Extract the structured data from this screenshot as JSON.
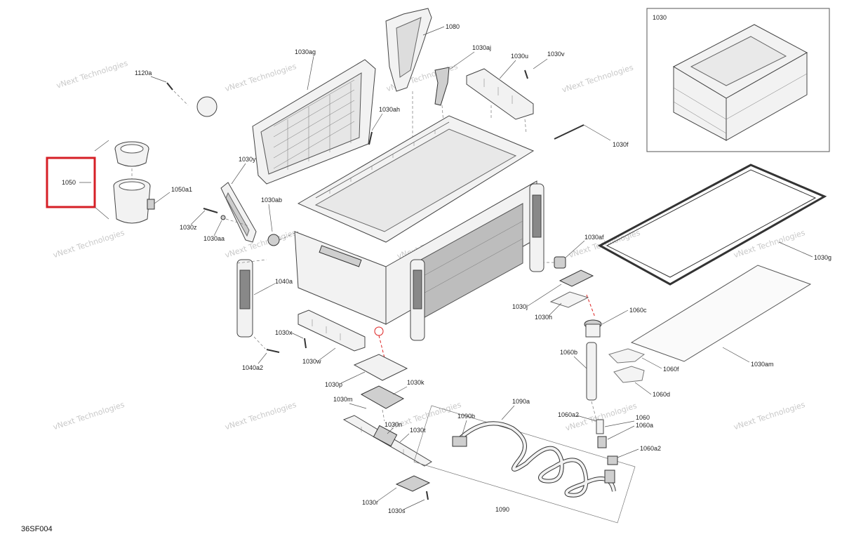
{
  "diagram_code": "36SF004",
  "watermark_text": "vNext Technologies",
  "highlight_color": "#d61f26",
  "highlighted_part": "1050",
  "inset_label": "1030",
  "labels": {
    "p1120a": "1120a",
    "p1030ag": "1030ag",
    "p1080": "1080",
    "p1030aj": "1030aj",
    "p1030u": "1030u",
    "p1030v": "1030v",
    "p1030ah": "1030ah",
    "p1030f": "1030f",
    "p1030y": "1030y",
    "p1050": "1050",
    "p1050a1": "1050a1",
    "p1030ab": "1030ab",
    "p1030z": "1030z",
    "p1030aa": "1030aa",
    "p1030af": "1030af",
    "p1030g": "1030g",
    "p1040a": "1040a",
    "p1030j": "1030j",
    "p1030h": "1030h",
    "p1060c": "1060c",
    "p1030x": "1030x",
    "p1030w": "1030w",
    "p1040a2": "1040a2",
    "p1060b": "1060b",
    "p1060f": "1060f",
    "p1030am": "1030am",
    "p1030p": "1030p",
    "p1030k": "1030k",
    "p1060d": "1060d",
    "p1030m": "1030m",
    "p1090a": "1090a",
    "p1090b": "1090b",
    "p1060a2": "1060a2",
    "p1060": "1060",
    "p1060a": "1060a",
    "p1030n": "1030n",
    "p1030t": "1030t",
    "p1060a2b": "1060a2",
    "p1030r": "1030r",
    "p1030s": "1030s",
    "p1090": "1090"
  }
}
